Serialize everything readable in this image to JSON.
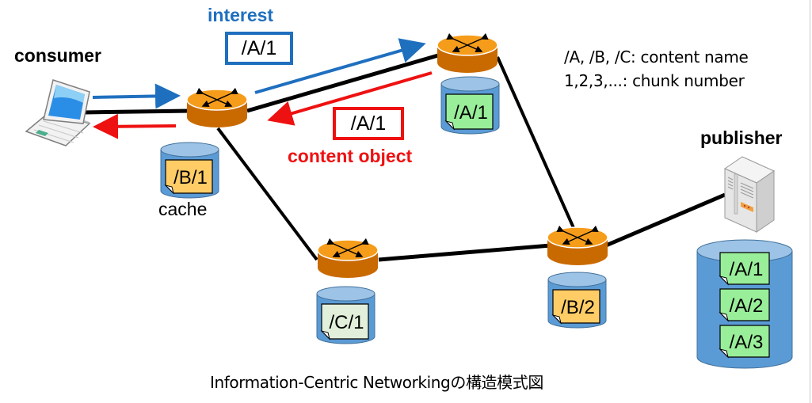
{
  "labels": {
    "consumer": "consumer",
    "publisher": "publisher",
    "interest": "interest",
    "content_object": "content object",
    "cache": "cache"
  },
  "packets": {
    "interest_name": "/A/1",
    "content_object_name": "/A/1"
  },
  "legend": {
    "line1": "/A, /B, /C: content name",
    "line2": "1,2,3,...: chunk number"
  },
  "caches": {
    "router1": [
      "/B/1"
    ],
    "router2": [
      "/A/1"
    ],
    "router3": [
      "/C/1"
    ],
    "router4": [
      "/B/2"
    ],
    "publisher": [
      "/A/1",
      "/A/2",
      "/A/3"
    ]
  },
  "caption": "Information-Centric Networkingの構造模式図",
  "colors": {
    "interest": "#1f6fbf",
    "content_object": "#ee1111",
    "router_top": "#f59c1a",
    "router_side": "#c96a00",
    "cache_body": "#5b9bd5",
    "cache_top": "#9dc3e6",
    "chunk_green": "#99ee99",
    "chunk_orange": "#ffcc66",
    "chunk_pale": "#e2efda"
  }
}
